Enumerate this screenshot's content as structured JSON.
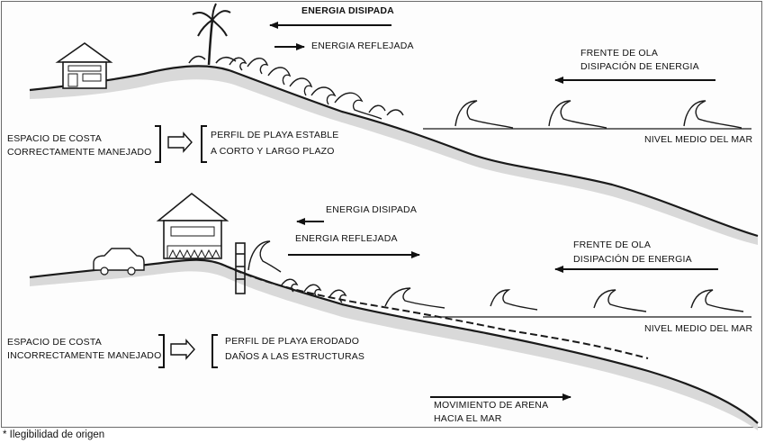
{
  "top_panel": {
    "energia_disipada": "ENERGIA DISIPADA",
    "energia_reflejada": "ENERGIA REFLEJADA",
    "frente_de_ola": "FRENTE DE OLA",
    "disipacion_de_energia": "DISIPACIÓN DE ENERGIA",
    "nivel_medio_del_mar": "NIVEL MEDIO DEL MAR",
    "espacio_line1": "ESPACIO DE COSTA",
    "espacio_line2": "CORRECTAMENTE MANEJADO",
    "perfil_line1": "PERFIL DE PLAYA ESTABLE",
    "perfil_line2": "A CORTO Y LARGO PLAZO"
  },
  "bottom_panel": {
    "energia_disipada": "ENERGIA DISIPADA",
    "energia_reflejada": "ENERGIA REFLEJADA",
    "frente_de_ola": "FRENTE DE OLA",
    "disipacion_de_energia": "DISIPACIÓN DE ENERGIA",
    "nivel_medio_del_mar": "NIVEL MEDIO DEL MAR",
    "espacio_line1": "ESPACIO DE COSTA",
    "espacio_line2": "INCORRECTAMENTE MANEJADO",
    "perfil_line1": "PERFIL DE PLAYA ERODADO",
    "perfil_line2": "DAÑOS A LAS ESTRUCTURAS",
    "movimiento_line1": "MOVIMIENTO DE ARENA",
    "movimiento_line2": "HACIA EL MAR"
  },
  "footnote": "* Ilegibilidad de origen",
  "colors": {
    "ink": "#1a1a1a",
    "frame": "#6b6b6b",
    "background": "#fdfdfd"
  }
}
